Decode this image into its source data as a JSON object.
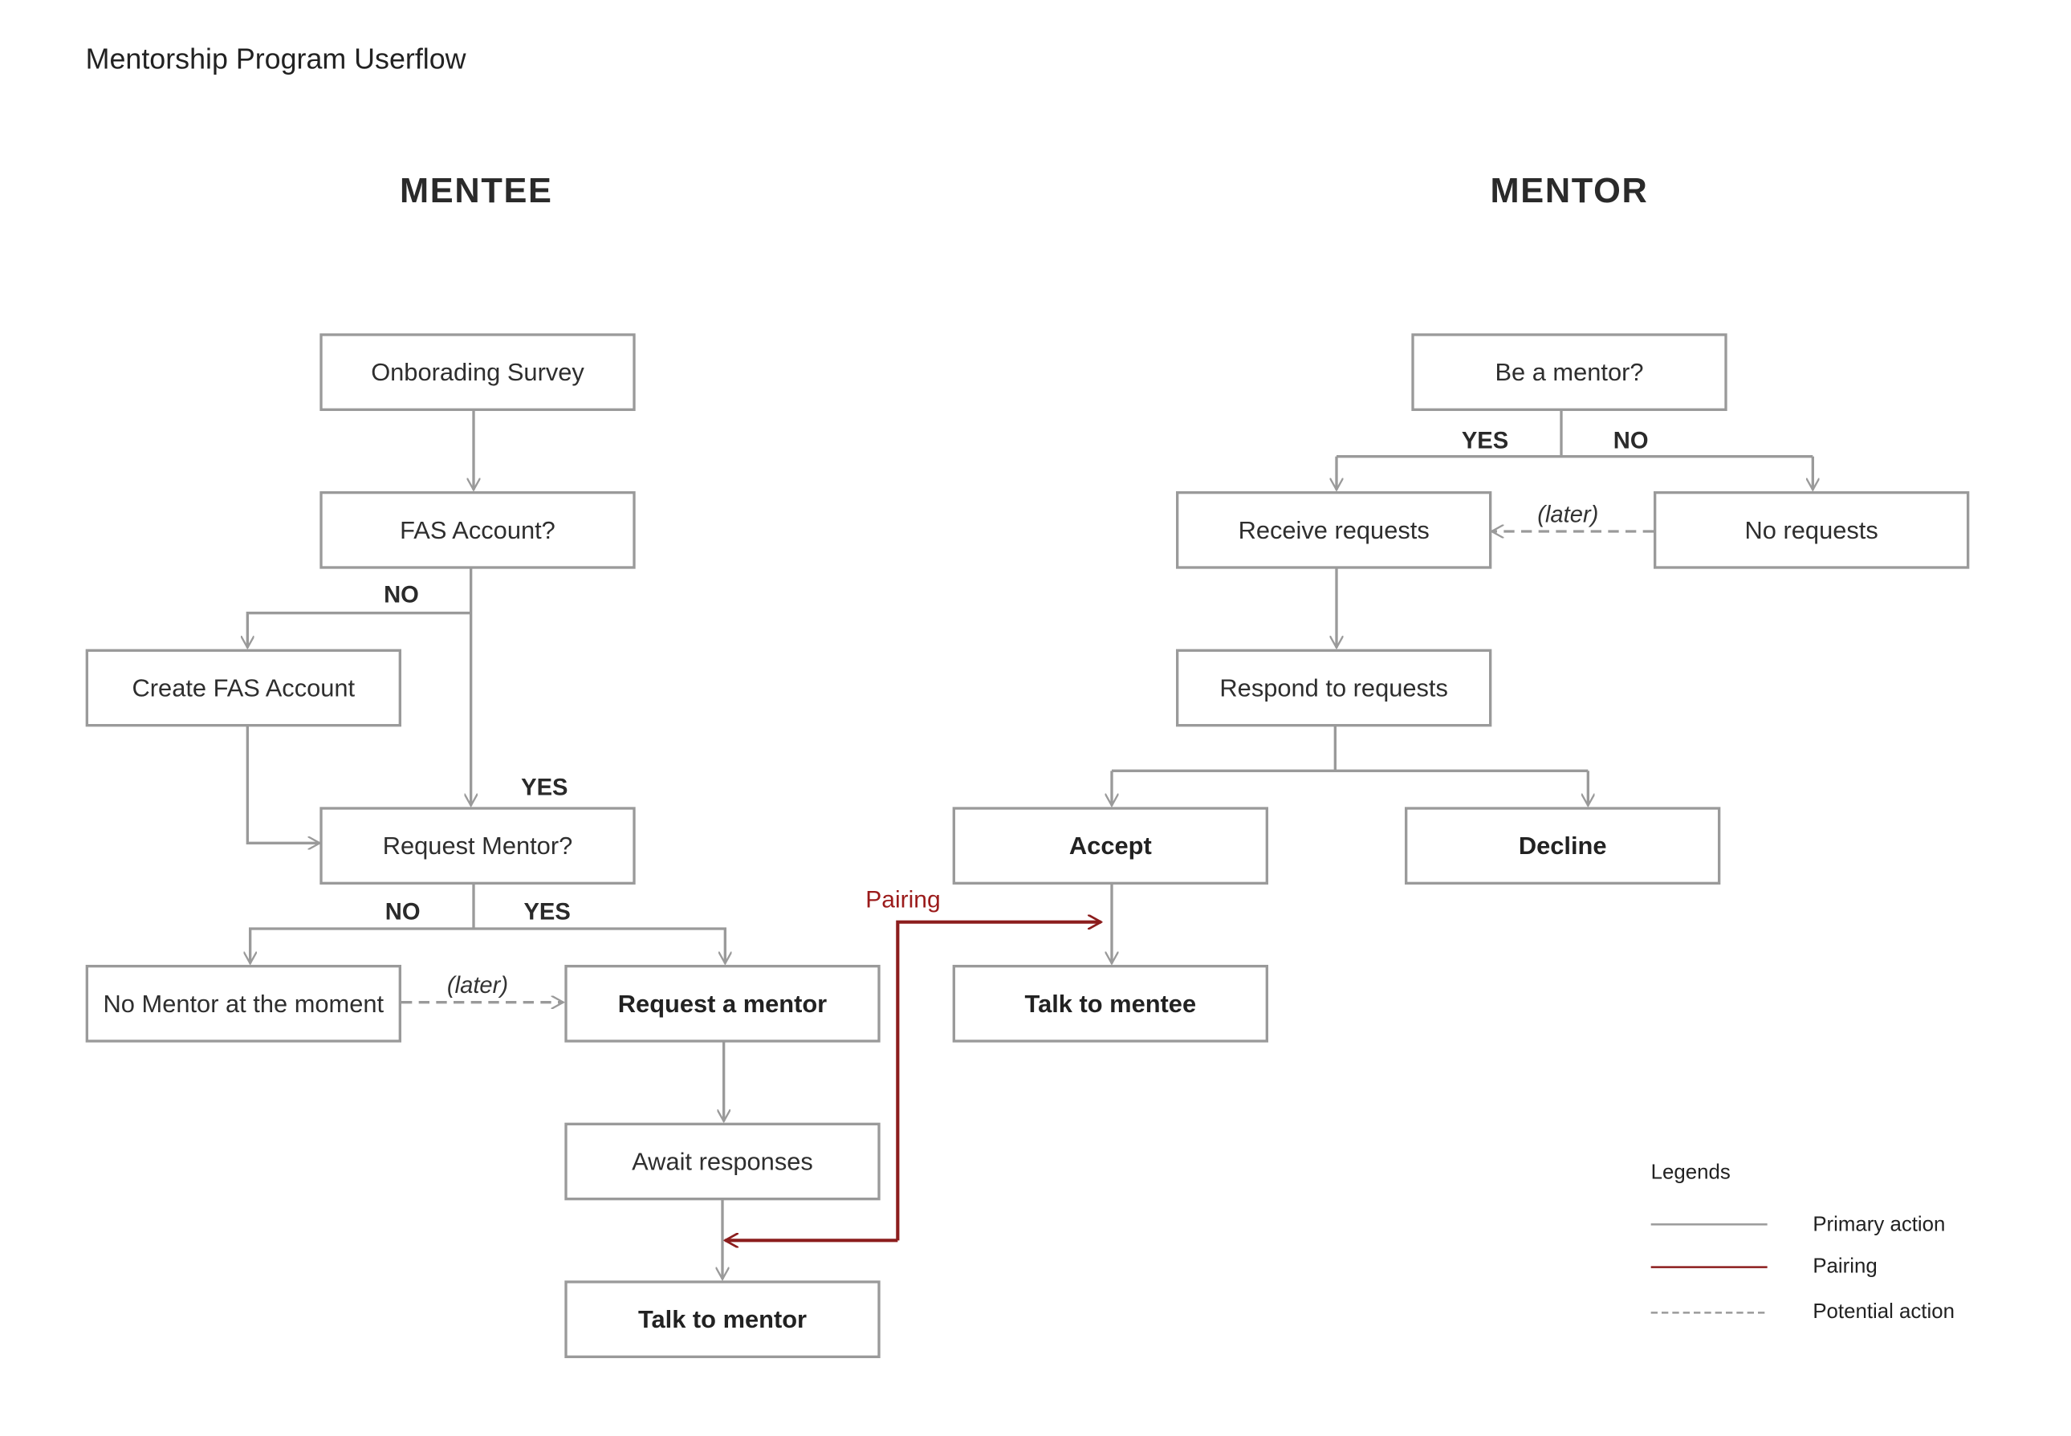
{
  "title": "Mentorship Program Userflow",
  "columns": {
    "mentee": "MENTEE",
    "mentor": "MENTOR"
  },
  "nodes": {
    "onboarding_survey": "Onborading Survey",
    "fas_account": "FAS Account?",
    "create_fas_account": "Create FAS Account",
    "request_mentor_q": "Request Mentor?",
    "no_mentor": "No Mentor at the moment",
    "request_a_mentor": "Request a mentor",
    "await_responses": "Await responses",
    "talk_to_mentor": "Talk to mentor",
    "be_a_mentor": "Be a mentor?",
    "receive_requests": "Receive requests",
    "no_requests": "No requests",
    "respond_to_requests": "Respond to requests",
    "accept": "Accept",
    "decline": "Decline",
    "talk_to_mentee": "Talk to mentee"
  },
  "edge_labels": {
    "fas_no": "NO",
    "fas_yes": "YES",
    "request_no": "NO",
    "request_yes": "YES",
    "mentor_yes": "YES",
    "mentor_no": "NO",
    "later_mentee": "(later)",
    "later_mentor": "(later)",
    "pairing": "Pairing"
  },
  "legend": {
    "title": "Legends",
    "items": [
      {
        "label": "Primary action",
        "style": "solid",
        "color": "#9a9a9a"
      },
      {
        "label": "Pairing",
        "style": "solid",
        "color": "#8c1d1d"
      },
      {
        "label": "Potential action",
        "style": "dashed",
        "color": "#9a9a9a"
      }
    ]
  }
}
